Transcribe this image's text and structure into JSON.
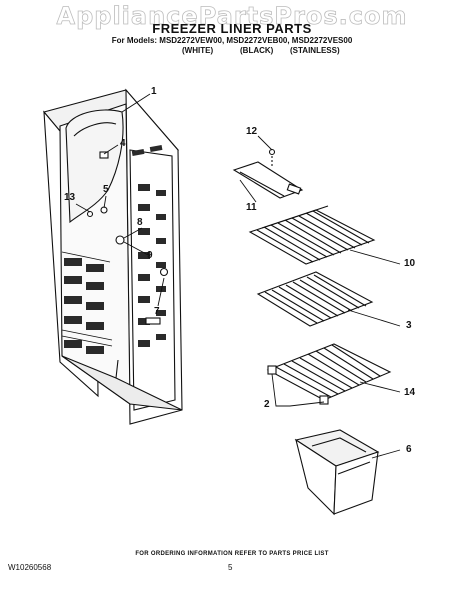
{
  "watermark": "AppliancePartsPros.com",
  "header": {
    "title": "FREEZER LINER PARTS",
    "models": "For Models: MSD2272VEW00, MSD2272VEB00, MSD2272VES00",
    "colors": [
      "(WHITE)",
      "(BLACK)",
      "(STAINLESS)"
    ]
  },
  "callouts": [
    "1",
    "4",
    "5",
    "13",
    "8",
    "9",
    "7",
    "12",
    "11",
    "10",
    "3",
    "14",
    "2",
    "6"
  ],
  "footer": {
    "note": "FOR ORDERING INFORMATION REFER TO PARTS PRICE LIST",
    "doc_number": "W10260568",
    "page": "5"
  },
  "colors_used": {
    "ink": "#111111",
    "watermark": "#bdbdbd"
  }
}
